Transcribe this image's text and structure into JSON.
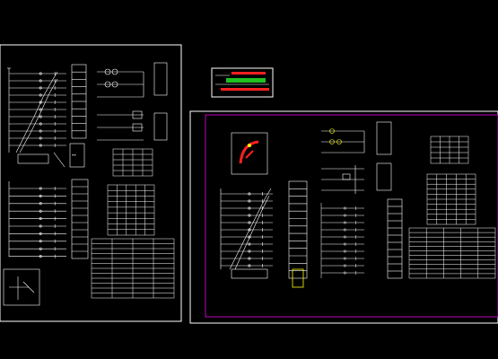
{
  "canvas": {
    "background": "#000000",
    "line_color": "#ffffff",
    "frame_color_secondary": "#b000b0",
    "accent_colors": {
      "red": "#ff2020",
      "green": "#20c020",
      "yellow": "#ffff00",
      "cyan": "#00c0c0"
    }
  },
  "sheets": [
    {
      "name": "left-drawing-sheet",
      "frame_color": "#ffffff"
    },
    {
      "name": "legend-block",
      "frame_color": "#ffffff",
      "bars": [
        "red",
        "green",
        "red"
      ]
    },
    {
      "name": "right-drawing-sheet",
      "frame_color": "#c000c0"
    }
  ]
}
